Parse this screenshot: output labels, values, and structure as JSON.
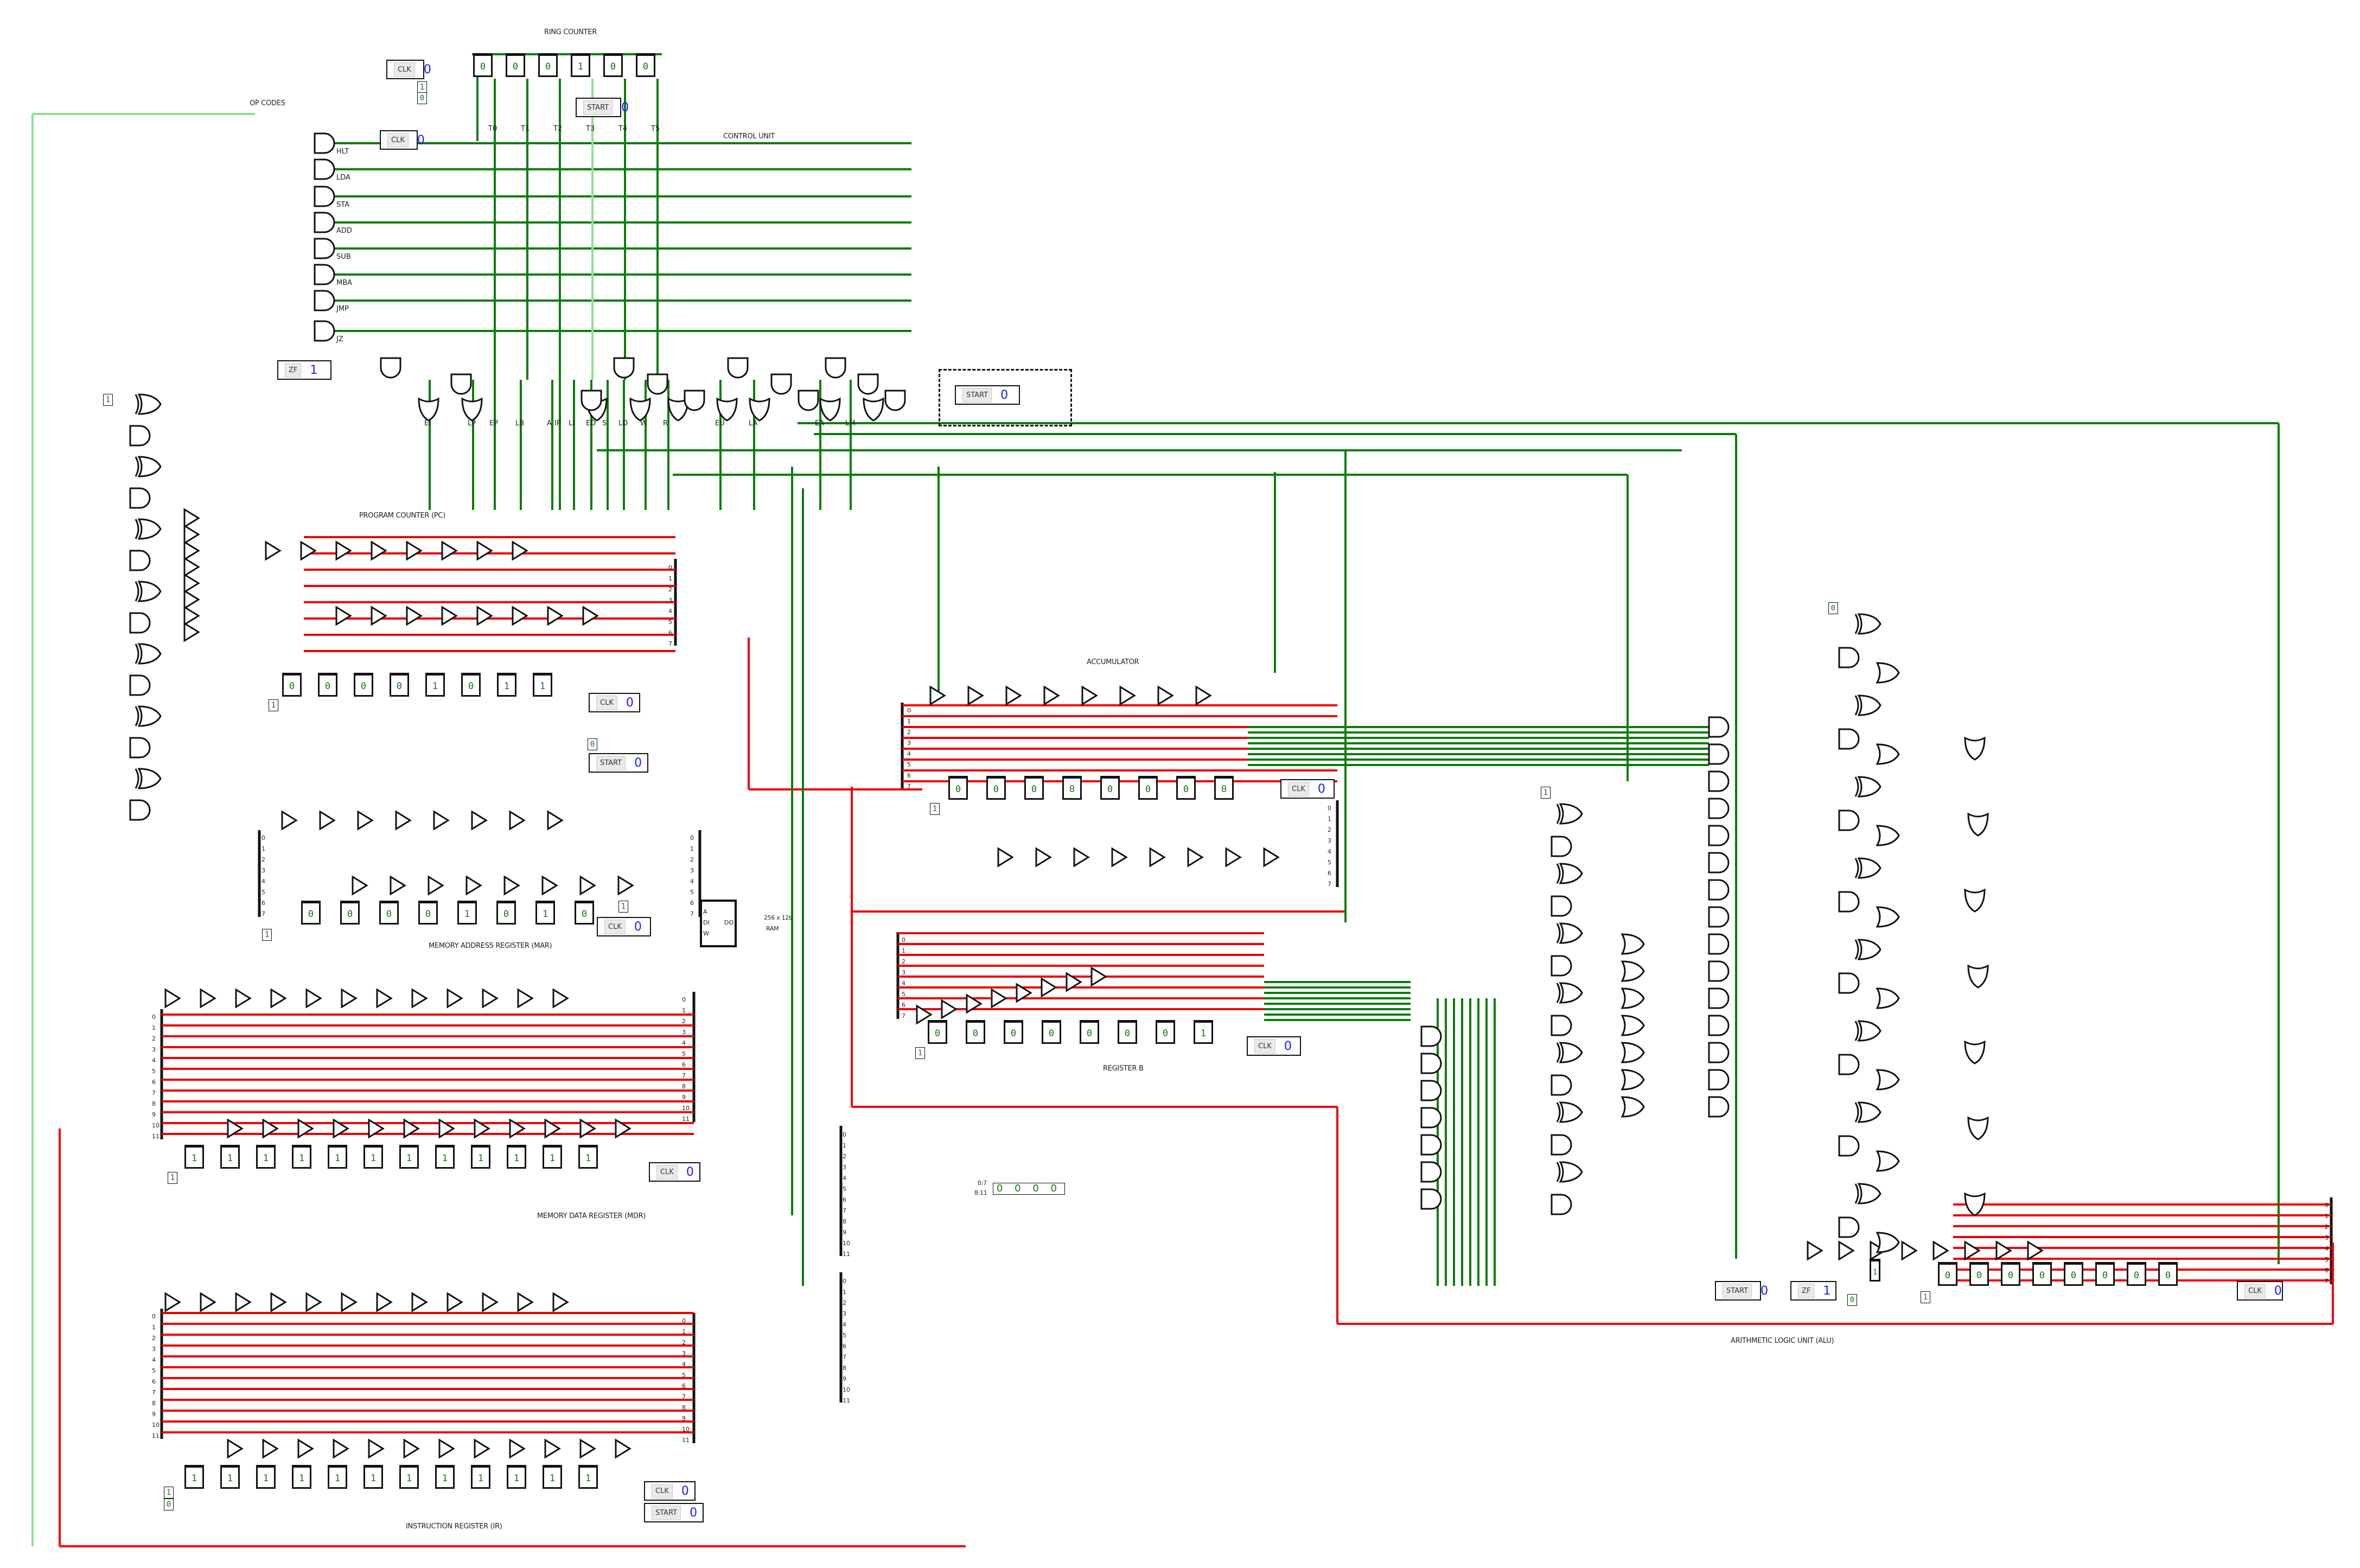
{
  "sections": {
    "ring_counter": "RING COUNTER",
    "control_unit": "CONTROL UNIT",
    "op_codes": "OP CODES",
    "program_counter": "PROGRAM COUNTER (PC)",
    "mar": "MEMORY ADDRESS REGISTER (MAR)",
    "mdr": "MEMORY DATA REGISTER (MDR)",
    "ir": "INSTRUCTION REGISTER (IR)",
    "accumulator": "ACCUMULATOR",
    "register_b": "REGISTER B",
    "alu": "ARITHMETIC LOGIC UNIT (ALU)"
  },
  "ring_counter": {
    "bits": [
      "0",
      "0",
      "0",
      "1",
      "0",
      "0"
    ],
    "t_labels": [
      "T0",
      "T1",
      "T2",
      "T3",
      "T4",
      "T5"
    ],
    "clk": {
      "label": "CLK",
      "value": "0"
    },
    "start": {
      "label": "START",
      "value": "0"
    },
    "const_high": "1",
    "const_low": "0"
  },
  "opcodes": {
    "names": [
      "HLT",
      "LDA",
      "STA",
      "ADD",
      "SUB",
      "MBA",
      "JMP",
      "JZ"
    ],
    "clk": {
      "label": "CLK",
      "value": "0"
    },
    "zf": {
      "label": "ZF",
      "value": "1"
    }
  },
  "control_signals": [
    "EI",
    "LP",
    "EP",
    "LB",
    "A",
    "IP",
    "LI",
    "ED",
    "S",
    "LD",
    "W",
    "R",
    "EU",
    "LA",
    "EA",
    "LM"
  ],
  "start_probe": {
    "label": "START",
    "value": "0"
  },
  "pc": {
    "bits": [
      "0",
      "0",
      "0",
      "0",
      "1",
      "0",
      "1",
      "1"
    ],
    "bus_indices": [
      "0",
      "1",
      "2",
      "3",
      "4",
      "5",
      "6",
      "7"
    ],
    "clk": {
      "label": "CLK",
      "value": "0"
    },
    "start": {
      "label": "START",
      "value": "0"
    },
    "const_high": "1",
    "const_low": "0",
    "adder_const": "1"
  },
  "mar": {
    "bits": [
      "0",
      "0",
      "0",
      "0",
      "1",
      "0",
      "1",
      "0"
    ],
    "bus_indices": [
      "0",
      "1",
      "2",
      "3",
      "4",
      "5",
      "6",
      "7"
    ],
    "clk": {
      "label": "CLK",
      "value": "0"
    },
    "const_high": "1",
    "enable_const": "1"
  },
  "ram": {
    "title": "256 x 12b",
    "subtitle": "RAM",
    "ports": {
      "a": "A",
      "di": "DI",
      "w": "W",
      "do": "DO"
    }
  },
  "mdr": {
    "bits": [
      "1",
      "1",
      "1",
      "1",
      "1",
      "1",
      "1",
      "1",
      "1",
      "1",
      "1",
      "1"
    ],
    "bus_indices": [
      "0",
      "1",
      "2",
      "3",
      "4",
      "5",
      "6",
      "7",
      "8",
      "9",
      "10",
      "11"
    ],
    "clk": {
      "label": "CLK",
      "value": "0"
    },
    "const_high": "1"
  },
  "ir": {
    "bits": [
      "1",
      "1",
      "1",
      "1",
      "1",
      "1",
      "1",
      "1",
      "1",
      "1",
      "1",
      "1"
    ],
    "bus_indices": [
      "0",
      "1",
      "2",
      "3",
      "4",
      "5",
      "6",
      "7",
      "8",
      "9",
      "10",
      "11"
    ],
    "clk": {
      "label": "CLK",
      "value": "0"
    },
    "start": {
      "label": "START",
      "value": "0"
    },
    "const_high": "1",
    "const_low": "0"
  },
  "splitter": {
    "ranges": [
      "0:7",
      "8:11"
    ],
    "display": "0 0 0 0"
  },
  "accumulator": {
    "bits": [
      "0",
      "0",
      "0",
      "0",
      "0",
      "0",
      "0",
      "0"
    ],
    "bus_indices": [
      "0",
      "1",
      "2",
      "3",
      "4",
      "5",
      "6",
      "7"
    ],
    "clk": {
      "label": "CLK",
      "value": "0"
    },
    "const_high": "1"
  },
  "register_b": {
    "bits": [
      "0",
      "0",
      "0",
      "0",
      "0",
      "0",
      "0",
      "1"
    ],
    "bus_indices": [
      "0",
      "1",
      "2",
      "3",
      "4",
      "5",
      "6",
      "7"
    ],
    "clk": {
      "label": "CLK",
      "value": "0"
    },
    "const_high": "1"
  },
  "alu": {
    "bits": [
      "0",
      "0",
      "0",
      "0",
      "0",
      "0",
      "0",
      "0"
    ],
    "bus_indices": [
      "0",
      "1",
      "2",
      "3",
      "4",
      "5",
      "6",
      "7"
    ],
    "zf_bit": "1",
    "clk": {
      "label": "CLK",
      "value": "0"
    },
    "start": {
      "label": "START",
      "value": "0"
    },
    "zf": {
      "label": "ZF",
      "value": "1"
    },
    "const_high": "1",
    "const_low": "0",
    "carry_const": "0",
    "sub_const": "1"
  },
  "colors": {
    "wire_high": "#0a7d0a",
    "wire_low": "#8fe08f",
    "bus_error": "#ee0000",
    "gate": "#111111",
    "value_text": "#1a1aff"
  }
}
